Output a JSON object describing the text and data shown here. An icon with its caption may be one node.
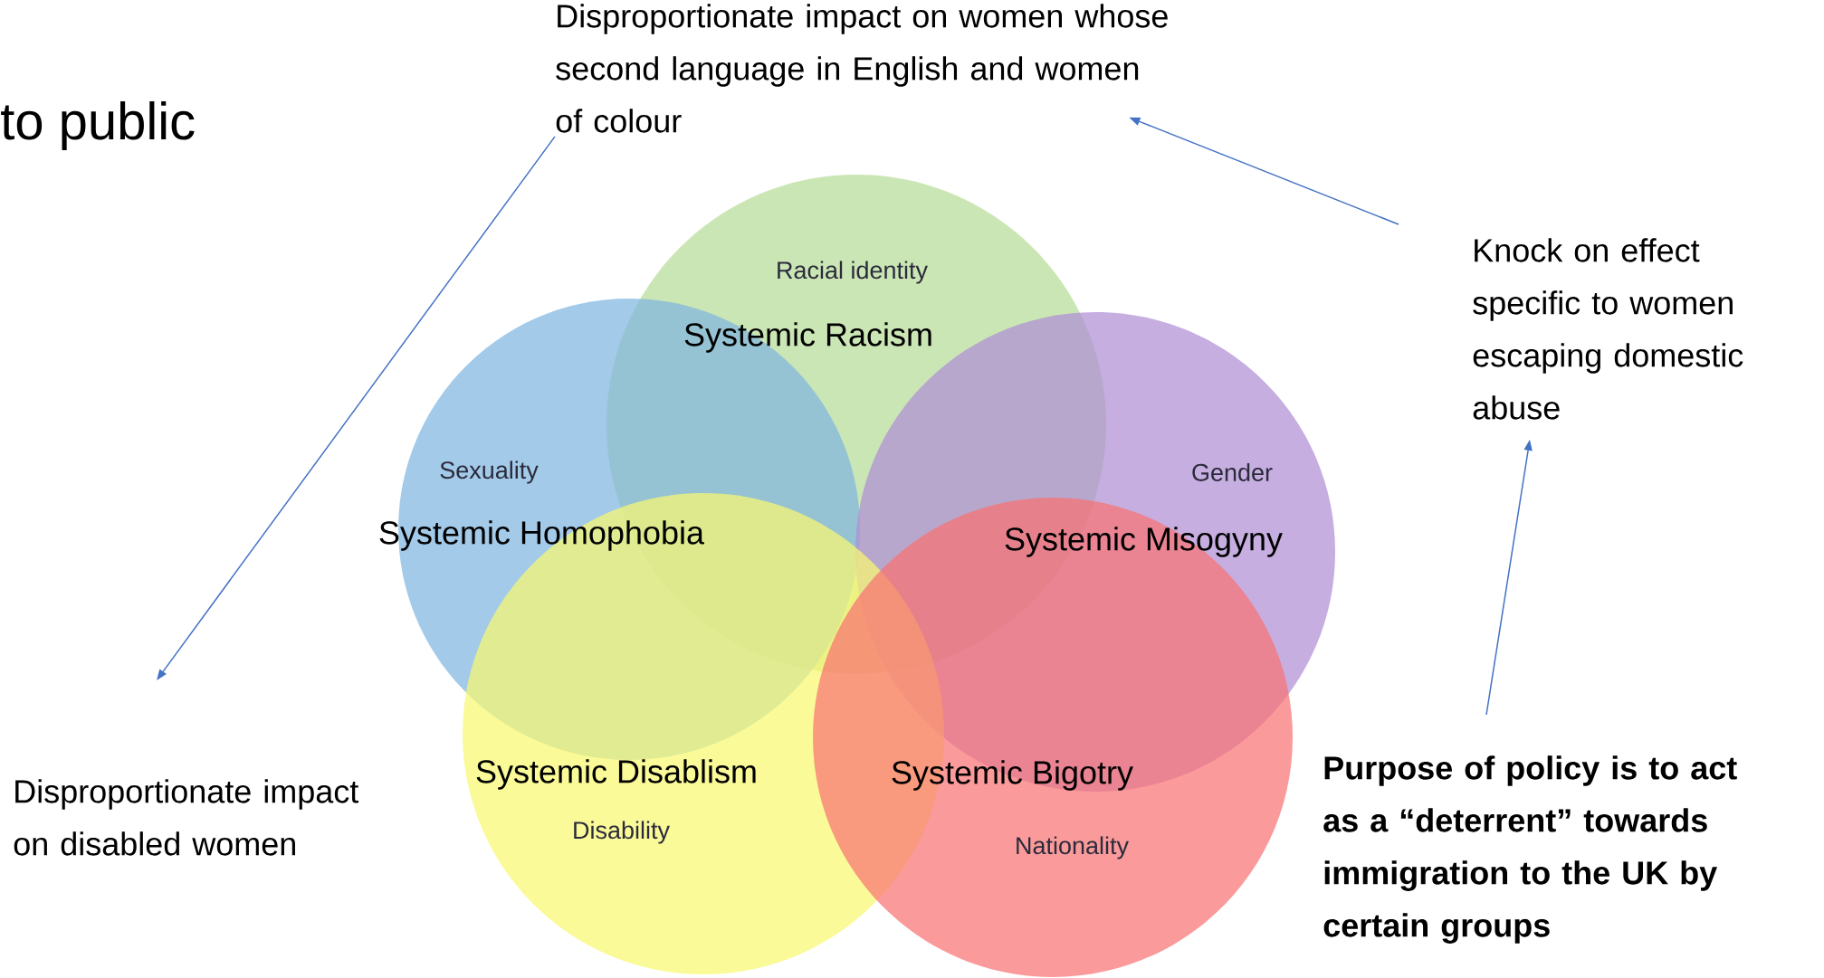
{
  "diagram": {
    "nodes": [
      {
        "text": [
          "Racial identity",
          "Systemic Racism"
        ]
      },
      {
        "text": [
          "Sexuality",
          "Systemic Homophobia"
        ]
      },
      {
        "text": [
          "Gender",
          "Systemic Misogyny"
        ]
      },
      {
        "text": [
          "Systemic Disablism",
          "Disability"
        ]
      },
      {
        "text": [
          "Systemic Bigotry",
          "Nationality"
        ]
      },
      {
        "text": [
          "Disproportionate impact on women whose second language in English and women of colour"
        ]
      },
      {
        "text": [
          "Knock on effect specific to women escaping domestic abuse"
        ]
      },
      {
        "text": [
          "Purpose of policy is to act as a “deterrent” towards immigration to the UK by certain groups"
        ]
      },
      {
        "text": [
          "Disproportionate impact on disabled women"
        ]
      }
    ],
    "edges": [
      {
        "from": 5,
        "to": 8,
        "arrow": "to"
      },
      {
        "from": 6,
        "to": 5,
        "arrow": "to"
      },
      {
        "from": 7,
        "to": 6,
        "arrow": "to"
      }
    ],
    "labels": [
      "to public"
    ]
  }
}
